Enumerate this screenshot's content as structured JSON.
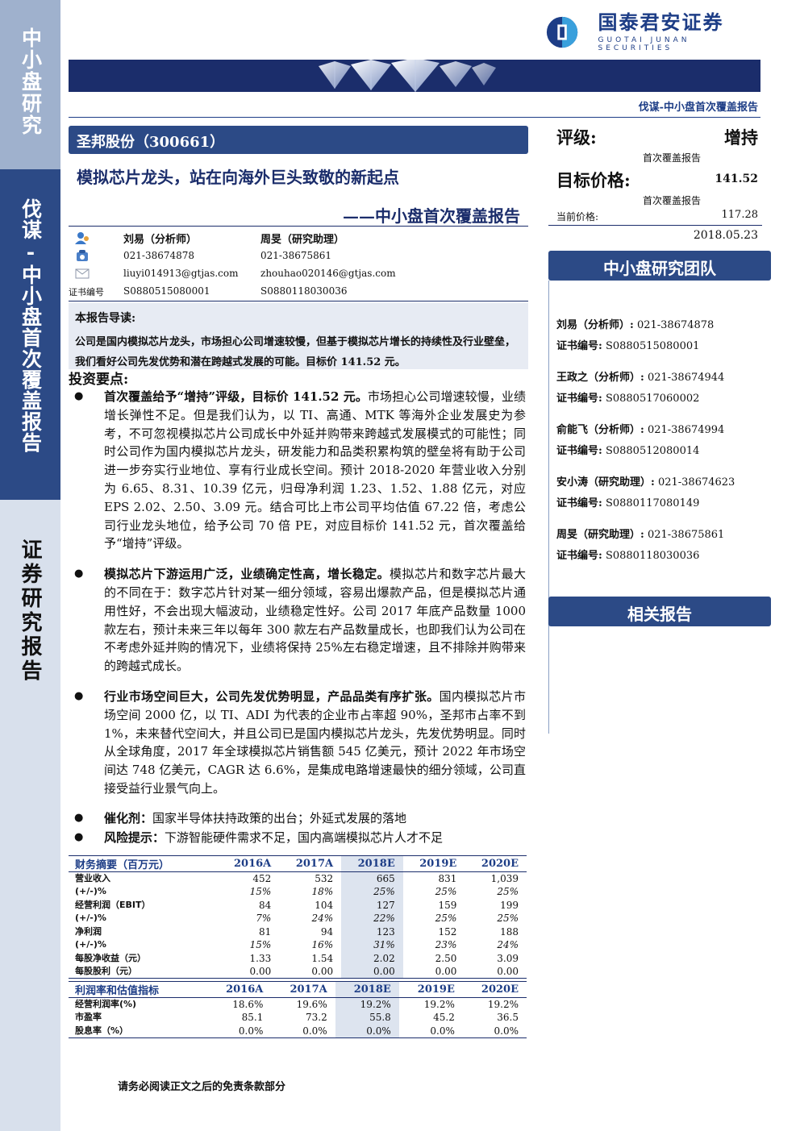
{
  "sidebar": {
    "top": "中小盘研究",
    "middle": "伐谋-中小盘首次覆盖报告",
    "bottom": "证券研究报告"
  },
  "header": {
    "logo_cn": "国泰君安证券",
    "logo_en": "GUOTAI JUNAN SECURITIES",
    "series": "伐谋-中小盘首次覆盖报告"
  },
  "stock": {
    "name": "圣邦股份（300661）",
    "title": "模拟芯片龙头，站在向海外巨头致敬的新起点",
    "subtitle": "——中小盘首次覆盖报告"
  },
  "contacts": {
    "analyst1": "刘易（分析师）",
    "analyst2": "周旻（研究助理）",
    "phone1": "021-38674878",
    "phone2": "021-38675861",
    "email1": "liuyi014913@gtjas.com",
    "email2": "zhouhao020146@gtjas.com",
    "cert_label": "证书编号",
    "cert1": "S0880515080001",
    "cert2": "S0880118030036"
  },
  "rating": {
    "label": "评级:",
    "value": "增持",
    "note": "首次覆盖报告",
    "target_label": "目标价格:",
    "target_value": "141.52",
    "target_note": "首次覆盖报告",
    "price_label": "当前价格:",
    "price_value": "117.28",
    "date": "2018.05.23"
  },
  "team": {
    "title": "中小盘研究团队",
    "members": [
      {
        "name": "刘易（分析师）:",
        "phone": "021-38674878",
        "cert_label": "证书编号:",
        "cert": "S0880515080001"
      },
      {
        "name": "王政之（分析师）:",
        "phone": "021-38674944",
        "cert_label": "证书编号:",
        "cert": "S0880517060002"
      },
      {
        "name": "俞能飞（分析师）:",
        "phone": "021-38674994",
        "cert_label": "证书编号:",
        "cert": "S0880512080014"
      },
      {
        "name": "安小涛（研究助理）:",
        "phone": "021-38674623",
        "cert_label": "证书编号:",
        "cert": "S0880117080149"
      },
      {
        "name": "周旻（研究助理）:",
        "phone": "021-38675861",
        "cert_label": "证书编号:",
        "cert": "S0880118030036"
      }
    ],
    "related": "相关报告"
  },
  "intro": {
    "heading": "本报告导读:",
    "text": "公司是国内模拟芯片龙头，市场担心公司增速较慢，但基于模拟芯片增长的持续性及行业壁垒，我们看好公司先发优势和潜在跨越式发展的可能。目标价 141.52 元。"
  },
  "points_heading": "投资要点:",
  "bullets": [
    {
      "lead": "首次覆盖给予“增持”评级，目标价 141.52 元。",
      "text": "市场担心公司增速较慢，业绩增长弹性不足。但是我们认为，以 TI、高通、MTK 等海外企业发展史为参考，不可忽视模拟芯片公司成长中外延并购带来跨越式发展模式的可能性；同时公司作为国内模拟芯片龙头，研发能力和品类积累构筑的壁垒将有助于公司进一步夯实行业地位、享有行业成长空间。预计 2018-2020 年营业收入分别为 6.65、8.31、10.39 亿元，归母净利润 1.23、1.52、1.88 亿元，对应 EPS 2.02、2.50、3.09 元。结合可比上市公司平均估值 67.22 倍，考虑公司行业龙头地位，给予公司 70 倍 PE，对应目标价 141.52 元，首次覆盖给予“增持”评级。"
    },
    {
      "lead": "模拟芯片下游运用广泛，业绩确定性高，增长稳定。",
      "text": "模拟芯片和数字芯片最大的不同在于：数字芯片针对某一细分领域，容易出爆款产品，但是模拟芯片通用性好，不会出现大幅波动，业绩稳定性好。公司 2017 年底产品数量 1000 款左右，预计未来三年以每年 300 款左右产品数量成长，也即我们认为公司在不考虑外延并购的情况下，业绩将保持 25%左右稳定增速，且不排除并购带来的跨越式成长。"
    },
    {
      "lead": "行业市场空间巨大，公司先发优势明显，产品品类有序扩张。",
      "text": "国内模拟芯片市场空间 2000 亿，以 TI、ADI 为代表的企业市占率超 90%，圣邦市占率不到 1%，未来替代空间大，并且公司已是国内模拟芯片龙头，先发优势明显。同时从全球角度，2017 年全球模拟芯片销售额 545 亿美元，预计 2022 年市场空间达 748 亿美元，CAGR 达 6.6%，是集成电路增速最快的细分领域，公司直接受益行业景气向上。"
    },
    {
      "lead": "催化剂：",
      "text": "国家半导体扶持政策的出台；外延式发展的落地"
    },
    {
      "lead": "风险提示：",
      "text": "下游智能硬件需求不足，国内高端模拟芯片人才不足"
    }
  ],
  "fin_table": {
    "header": [
      "财务摘要（百万元）",
      "2016A",
      "2017A",
      "2018E",
      "2019E",
      "2020E"
    ],
    "rows": [
      {
        "label": "营业收入",
        "values": [
          "452",
          "532",
          "665",
          "831",
          "1,039"
        ],
        "italic": false
      },
      {
        "label": "(+/-)%",
        "values": [
          "15%",
          "18%",
          "25%",
          "25%",
          "25%"
        ],
        "italic": true
      },
      {
        "label": "经营利润（EBIT）",
        "values": [
          "84",
          "104",
          "127",
          "159",
          "199"
        ],
        "italic": false
      },
      {
        "label": "(+/-)%",
        "values": [
          "7%",
          "24%",
          "22%",
          "25%",
          "25%"
        ],
        "italic": true
      },
      {
        "label": "净利润",
        "values": [
          "81",
          "94",
          "123",
          "152",
          "188"
        ],
        "italic": false
      },
      {
        "label": "(+/-)%",
        "values": [
          "15%",
          "16%",
          "31%",
          "23%",
          "24%"
        ],
        "italic": true
      },
      {
        "label": "每股净收益（元）",
        "values": [
          "1.33",
          "1.54",
          "2.02",
          "2.50",
          "3.09"
        ],
        "italic": false
      },
      {
        "label": "每股股利（元）",
        "values": [
          "0.00",
          "0.00",
          "0.00",
          "0.00",
          "0.00"
        ],
        "italic": false
      }
    ]
  },
  "val_table": {
    "header": [
      "利润率和估值指标",
      "2016A",
      "2017A",
      "2018E",
      "2019E",
      "2020E"
    ],
    "rows": [
      {
        "label": "经营利润率(%)",
        "values": [
          "18.6%",
          "19.6%",
          "19.2%",
          "19.2%",
          "19.2%"
        ],
        "italic": false
      },
      {
        "label": "市盈率",
        "values": [
          "85.1",
          "73.2",
          "55.8",
          "45.2",
          "36.5"
        ],
        "italic": false
      },
      {
        "label": "股息率（%）",
        "values": [
          "0.0%",
          "0.0%",
          "0.0%",
          "0.0%",
          "0.0%"
        ],
        "italic": false
      }
    ]
  },
  "disclaimer": "请务必阅读正文之后的免责条款部分"
}
